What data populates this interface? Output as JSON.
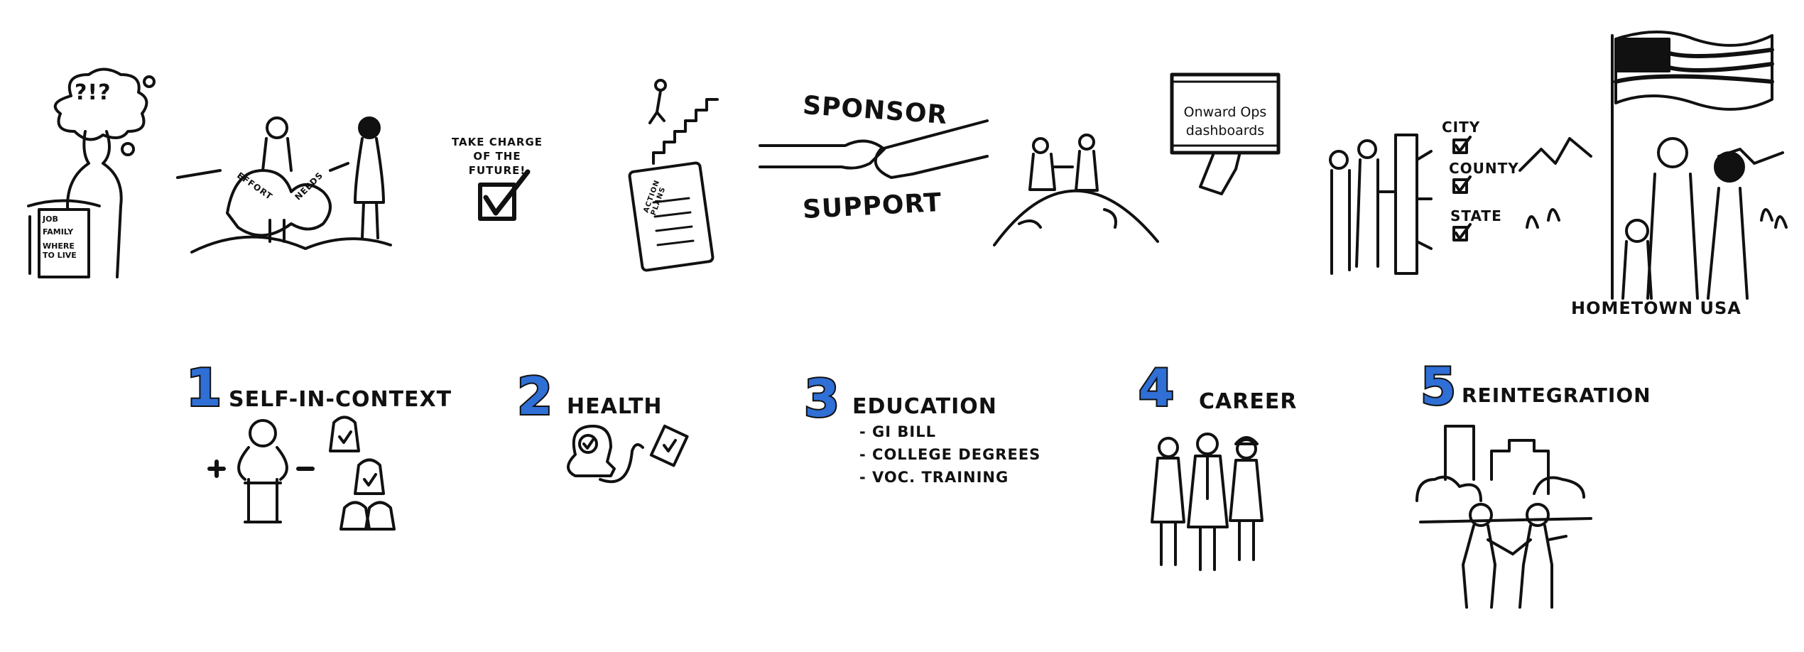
{
  "top_scenes": {
    "confused": {
      "thought": "?!?",
      "bag_labels": [
        "Job",
        "Family",
        "Where to live"
      ]
    },
    "puzzle": {
      "pieces": [
        "Effort",
        "Needs"
      ]
    },
    "take_charge": {
      "text": "Take charge of the future!"
    },
    "action_plans": {
      "clipboard_label": "Action Plans"
    },
    "sponsor": {
      "top": "Sponsor",
      "bottom": "Support"
    },
    "dashboard": {
      "screen_text_line1": "Onward Ops",
      "screen_text_line2": "dashboards"
    },
    "levels": {
      "items": [
        "City",
        "County",
        "State"
      ]
    },
    "hometown": {
      "caption": "Hometown USA"
    }
  },
  "steps": [
    {
      "number": "1",
      "title": "Self-in-Context"
    },
    {
      "number": "2",
      "title": "Health"
    },
    {
      "number": "3",
      "title": "Education",
      "items": [
        "- GI Bill",
        "- College Degrees",
        "- Voc. Training"
      ]
    },
    {
      "number": "4",
      "title": "Career"
    },
    {
      "number": "5",
      "title": "Reintegration"
    }
  ],
  "colors": {
    "accent_blue": "#2f6fd6",
    "ink": "#111111"
  }
}
